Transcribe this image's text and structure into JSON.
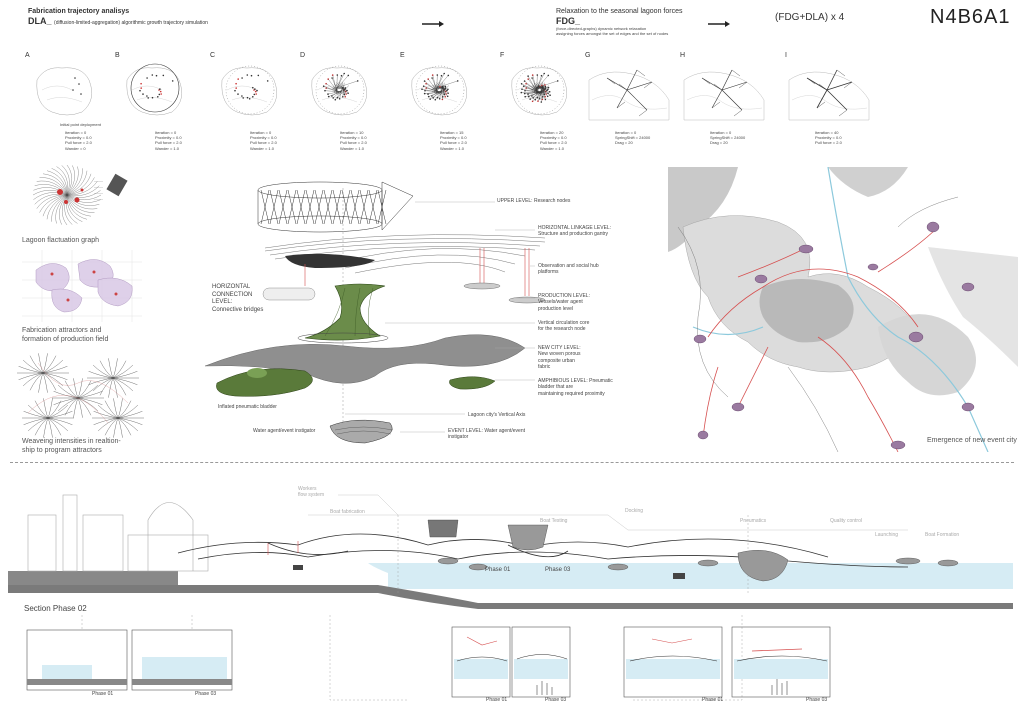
{
  "header": {
    "left_title": "Fabrication trajectory analisys",
    "left_code": "DLA_",
    "left_sub": "(diffusion-limited-aggregation) algorithmic growth trajectory simulation",
    "mid_title": "Relaxation to the seasonal lagoon forces",
    "mid_code": "FDG_",
    "mid_sub": "(force-directed-graphs) dynamic network relaxation\nassigning forces amongst the set of edges and the set of nodes",
    "formula": "(FDG+DLA) x 4",
    "project_code": "N4B6A1"
  },
  "steps": [
    {
      "letter": "A",
      "caption": "Initial point deployment",
      "params": "Iteration = 0\nProximity = 0.0\nPull force = 2.0\nWander = 0"
    },
    {
      "letter": "B",
      "caption": "",
      "params": "Iteration = 0\nProximity = 0.0\nPull force = 2.0\nWander = 1.0"
    },
    {
      "letter": "C",
      "caption": "",
      "params": "Iteration = 0\nProximity = 0.0\nPull force = 2.0\nWander = 1.0"
    },
    {
      "letter": "D",
      "caption": "",
      "params": "Iteration = 10\nProximity = 0.0\nPull force = 2.0\nWander = 1.0"
    },
    {
      "letter": "E",
      "caption": "",
      "params": "Iteration = 15\nProximity = 0.0\nPull force = 2.0\nWander = 1.0"
    },
    {
      "letter": "F",
      "caption": "",
      "params": "Iteration = 20\nProximity = 0.0\nPull force = 2.0\nWander = 1.0"
    },
    {
      "letter": "G",
      "caption": "",
      "params": "Iteration = 0\nSpringShift = 24000\nDrag = 20"
    },
    {
      "letter": "H",
      "caption": "",
      "params": "Iteration = 0\nSpringShift = 24000\nDrag = 20"
    },
    {
      "letter": "I",
      "caption": "",
      "params": "Iteration = 40\nProximity = 0.0\nPull force = 2.0"
    }
  ],
  "left_column": {
    "graph_caption": "Lagoon flactuation graph",
    "attractors_caption": "Fabrication attractors and\nformation of production field",
    "weaving_caption": "Weaveing intensities in realtion-\nship to program attractors"
  },
  "exploded": {
    "upper": "UPPER LEVEL: Research nodes",
    "horizontal_linkage": "HORIZONTAL LINKAGE LEVEL:\nStructure and production gantry",
    "observation": "Observation and social hub\nplatforms",
    "horizontal_connection": "HORIZONTAL\nCONNECTION\nLEVEL:\nConnective bridges",
    "production": "PRODUCTION LEVEL:\nVessels/water agent\nproduction level",
    "vertical_core": "Vertical circulation core\nfor the research node",
    "new_city": "NEW CITY LEVEL:\nNew woven porous\ncomposite urban\nfabric",
    "amphibious": "AMPHIBIOUS LEVEL: Pneumatic\nbladder that are\nmaintaining required proximity",
    "bladder": "Inflated pneumatic bladder",
    "axis": "Lagoon city's Vertical Axis",
    "water_agent": "Water agent/event instigator",
    "event": "EVENT LEVEL: Water agent/event\ninstigator"
  },
  "map": {
    "caption": "Emergence of new event city"
  },
  "section": {
    "title": "Section Phase 02",
    "labels": [
      "Workers\nflow system",
      "Boat fabrication",
      "Boat Testing",
      "Docking",
      "Pneumatics",
      "Quality control",
      "Launching",
      "Boat Formation"
    ],
    "phase_a": "Phase 01",
    "phase_b": "Phase 03"
  },
  "details": {
    "d1": "Phase 01",
    "d2": "Phase 03",
    "d3": "Phase 01",
    "d4": "Phase 03",
    "d5": "Phase 01",
    "d6": "Phase 03"
  },
  "colors": {
    "green": "#5a7a3a",
    "water": "#d6ecf4",
    "red": "#d65050",
    "grey": "#b5b5b5",
    "purple": "#9a7aa0"
  }
}
